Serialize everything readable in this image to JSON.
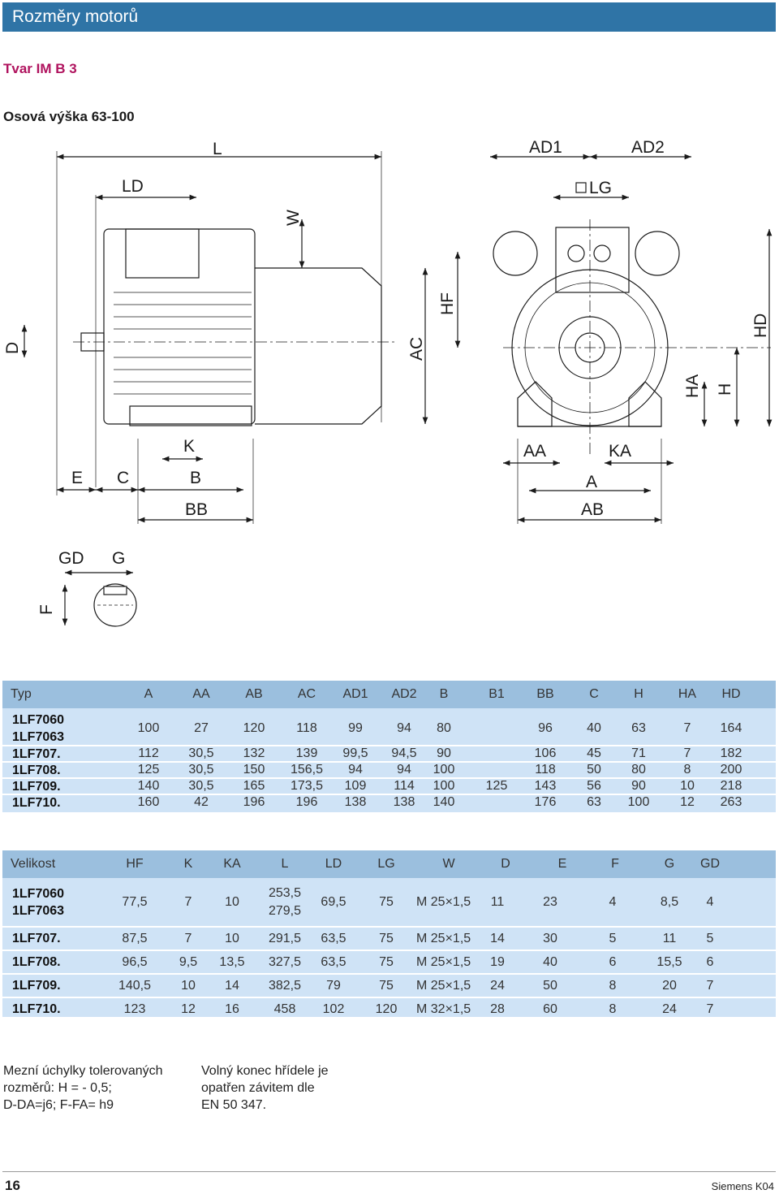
{
  "header": {
    "title": "Rozměry motorů"
  },
  "subtitle": "Tvar IM B 3",
  "section_title": "Osová výška 63-100",
  "drawing_labels": {
    "L": "L",
    "LD": "LD",
    "W": "W",
    "D": "D",
    "AC": "AC",
    "HF": "HF",
    "AD1": "AD1",
    "AD2": "AD2",
    "LG": "LG",
    "HD": "HD",
    "HA": "HA",
    "H": "H",
    "K": "K",
    "E": "E",
    "C": "C",
    "B": "B",
    "BB": "BB",
    "AA": "AA",
    "KA": "KA",
    "A": "A",
    "AB": "AB",
    "GD": "GD",
    "G": "G",
    "F": "F"
  },
  "table1": {
    "headers": [
      "Typ",
      "A",
      "AA",
      "AB",
      "AC",
      "AD1",
      "AD2",
      "B",
      "B1",
      "BB",
      "C",
      "H",
      "HA",
      "HD"
    ],
    "rows": [
      {
        "type": [
          "1LF7060",
          "1LF7063"
        ],
        "values": [
          "100",
          "27",
          "120",
          "118",
          "99",
          "94",
          "80",
          "",
          "96",
          "40",
          "63",
          "7",
          "164"
        ]
      },
      {
        "type": [
          "1LF707."
        ],
        "values": [
          "112",
          "30,5",
          "132",
          "139",
          "99,5",
          "94,5",
          "90",
          "",
          "106",
          "45",
          "71",
          "7",
          "182"
        ]
      },
      {
        "type": [
          "1LF708."
        ],
        "values": [
          "125",
          "30,5",
          "150",
          "156,5",
          "94",
          "94",
          "100",
          "",
          "118",
          "50",
          "80",
          "8",
          "200"
        ]
      },
      {
        "type": [
          "1LF709."
        ],
        "values": [
          "140",
          "30,5",
          "165",
          "173,5",
          "109",
          "114",
          "100",
          "125",
          "143",
          "56",
          "90",
          "10",
          "218"
        ]
      },
      {
        "type": [
          "1LF710."
        ],
        "values": [
          "160",
          "42",
          "196",
          "196",
          "138",
          "138",
          "140",
          "",
          "176",
          "63",
          "100",
          "12",
          "263"
        ]
      }
    ]
  },
  "table2": {
    "headers": [
      "Velikost",
      "HF",
      "K",
      "KA",
      "L",
      "LD",
      "LG",
      "W",
      "D",
      "E",
      "F",
      "G",
      "GD"
    ],
    "rows": [
      {
        "type": [
          "1LF7060",
          "1LF7063"
        ],
        "values": [
          "77,5",
          "7",
          "10",
          "253,5\n279,5",
          "69,5",
          "75",
          "M 25×1,5",
          "11",
          "23",
          "4",
          "8,5",
          "4"
        ]
      },
      {
        "type": [
          "1LF707."
        ],
        "values": [
          "87,5",
          "7",
          "10",
          "291,5",
          "63,5",
          "75",
          "M 25×1,5",
          "14",
          "30",
          "5",
          "11",
          "5"
        ]
      },
      {
        "type": [
          "1LF708."
        ],
        "values": [
          "96,5",
          "9,5",
          "13,5",
          "327,5",
          "63,5",
          "75",
          "M 25×1,5",
          "19",
          "40",
          "6",
          "15,5",
          "6"
        ]
      },
      {
        "type": [
          "1LF709."
        ],
        "values": [
          "140,5",
          "10",
          "14",
          "382,5",
          "79",
          "75",
          "M 25×1,5",
          "24",
          "50",
          "8",
          "20",
          "7"
        ]
      },
      {
        "type": [
          "1LF710."
        ],
        "values": [
          "123",
          "12",
          "16",
          "458",
          "102",
          "120",
          "M 32×1,5",
          "28",
          "60",
          "8",
          "24",
          "7"
        ]
      }
    ]
  },
  "notes": {
    "left": [
      "Mezní úchylky tolerovaných",
      "rozměrů: H = - 0,5;",
      "D-DA=j6; F-FA= h9"
    ],
    "right": [
      "Volný konec hřídele je",
      "opatřen závitem dle",
      "EN  50  347."
    ]
  },
  "footer": {
    "page": "16",
    "brand": "Siemens K04"
  }
}
